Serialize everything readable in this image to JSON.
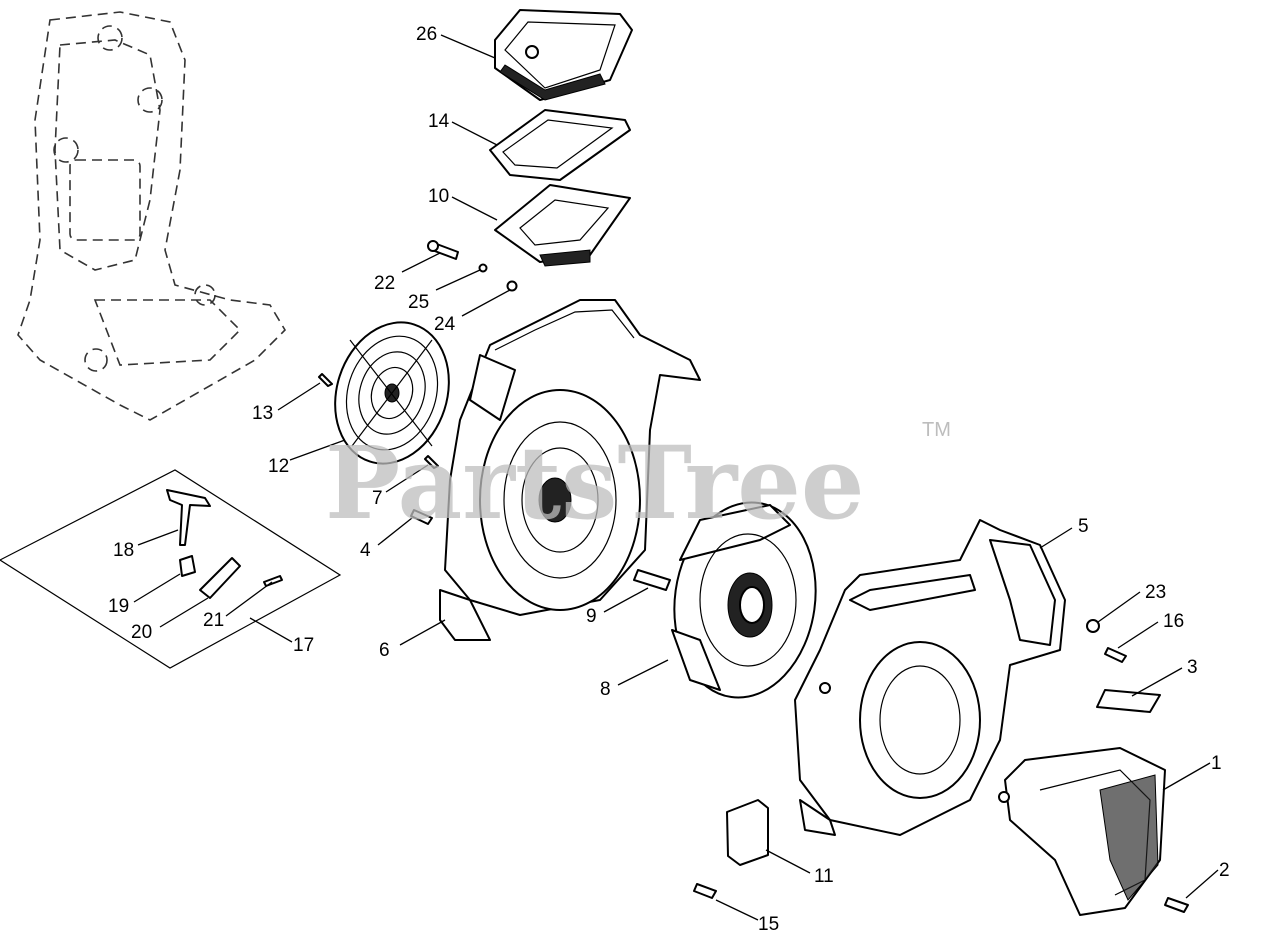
{
  "watermark": {
    "text": "PartsTree",
    "trademark": "TM"
  },
  "callouts": [
    "26",
    "14",
    "10",
    "22",
    "25",
    "24",
    "13",
    "12",
    "7",
    "4",
    "18",
    "19",
    "20",
    "21",
    "17",
    "6",
    "9",
    "8",
    "5",
    "23",
    "16",
    "3",
    "1",
    "11",
    "15",
    "2"
  ],
  "kit_box_callout": "17"
}
